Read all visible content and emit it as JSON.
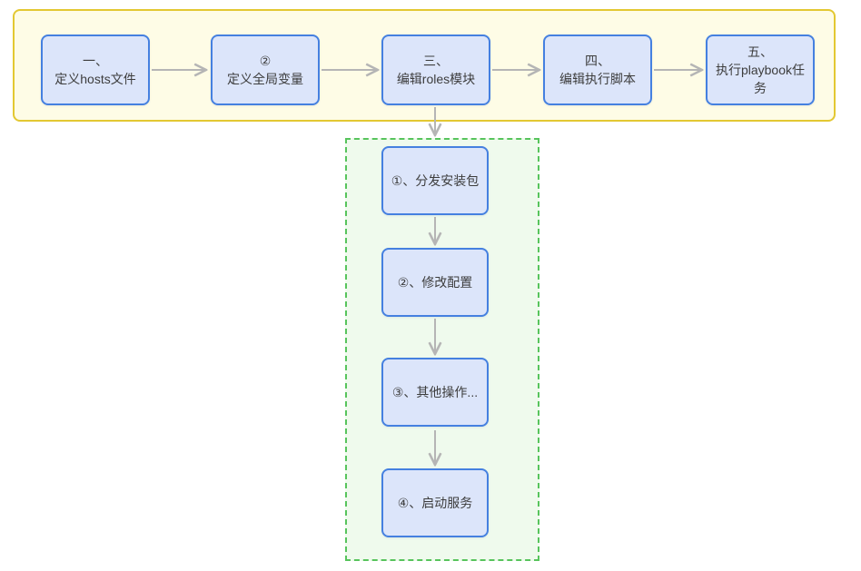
{
  "diagram": {
    "type": "flowchart",
    "main_flow": {
      "steps": [
        {
          "id": "step-1",
          "label": "一、\n定义hosts文件"
        },
        {
          "id": "step-2",
          "label": "②\n定义全局变量"
        },
        {
          "id": "step-3",
          "label": "三、\n编辑roles模块"
        },
        {
          "id": "step-4",
          "label": "四、\n编辑执行脚本"
        },
        {
          "id": "step-5",
          "label": "五、\n执行playbook任务"
        }
      ]
    },
    "roles_subflow": {
      "steps": [
        {
          "id": "sub-1",
          "label": "①、分发安装包"
        },
        {
          "id": "sub-2",
          "label": "②、修改配置"
        },
        {
          "id": "sub-3",
          "label": "③、其他操作..."
        },
        {
          "id": "sub-4",
          "label": "④、启动服务"
        }
      ]
    },
    "connections": [
      {
        "from": "step-1",
        "to": "step-2"
      },
      {
        "from": "step-2",
        "to": "step-3"
      },
      {
        "from": "step-3",
        "to": "step-4"
      },
      {
        "from": "step-4",
        "to": "step-5"
      },
      {
        "from": "step-3",
        "to": "sub-1"
      },
      {
        "from": "sub-1",
        "to": "sub-2"
      },
      {
        "from": "sub-2",
        "to": "sub-3"
      },
      {
        "from": "sub-3",
        "to": "sub-4"
      }
    ],
    "colors": {
      "node_fill": "#dce5fa",
      "node_border": "#4580e0",
      "main_container_fill": "#fefce6",
      "main_container_border": "#e3c832",
      "sub_container_fill": "#effaed",
      "sub_container_border": "#57c45c",
      "arrow_color": "#b5b5b5",
      "text_color": "#3d3d3d"
    }
  }
}
